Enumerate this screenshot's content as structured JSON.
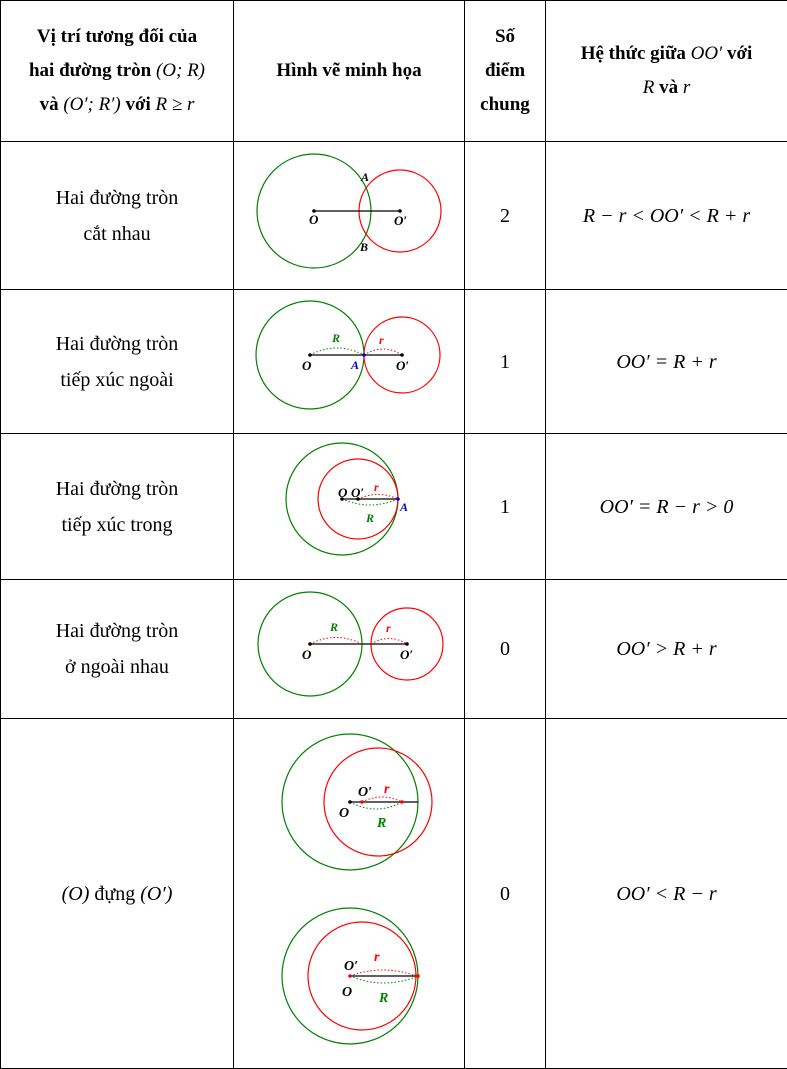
{
  "header": {
    "col1_line1": "Vị trí tương đối của",
    "col1_line2_text": "hai đường tròn",
    "col1_line2_math": "(O; R)",
    "col1_line3_and": "và",
    "col1_line3_math1": "(O′; R′)",
    "col1_line3_with": "với",
    "col1_line3_math2": "R ≥ r",
    "col2": "Hình vẽ minh họa",
    "col3_line1": "Số",
    "col3_line2": "điểm",
    "col3_line3": "chung",
    "col4_line1_text": "Hệ thức giữa",
    "col4_line1_math": "OO′",
    "col4_line1_with": "với",
    "col4_line2_R": "R",
    "col4_line2_and": "và",
    "col4_line2_r": "r"
  },
  "rows": [
    {
      "pos_line1": "Hai đường tròn",
      "pos_line2": "cắt nhau",
      "count": "2",
      "formula": "R − r < OO′ < R + r",
      "labels": {
        "o": "O",
        "o2": "O′",
        "a": "A",
        "b": "B"
      }
    },
    {
      "pos_line1": "Hai đường tròn",
      "pos_line2": "tiếp xúc ngoài",
      "count": "1",
      "formula": "OO′ = R + r",
      "labels": {
        "o": "O",
        "o2": "O′",
        "a": "A",
        "R": "R",
        "r": "r"
      }
    },
    {
      "pos_line1": "Hai đường tròn",
      "pos_line2": "tiếp xúc trong",
      "count": "1",
      "formula": "OO′ = R − r > 0",
      "labels": {
        "o": "O",
        "o2": "O′",
        "a": "A",
        "R": "R",
        "r": "r"
      }
    },
    {
      "pos_line1": "Hai đường tròn",
      "pos_line2": "ở ngoài nhau",
      "count": "0",
      "formula": "OO′ > R + r",
      "labels": {
        "o": "O",
        "o2": "O′",
        "R": "R",
        "r": "r"
      }
    },
    {
      "pos_math1": "(O)",
      "pos_text": "đựng",
      "pos_math2": "(O′)",
      "count": "0",
      "formula": "OO′ < R − r",
      "labels": {
        "o": "O",
        "o2": "O′",
        "R": "R",
        "r": "r"
      }
    }
  ],
  "colors": {
    "big_circle": "#008000",
    "small_circle": "#ff0000",
    "point_a": "#0000cc"
  }
}
